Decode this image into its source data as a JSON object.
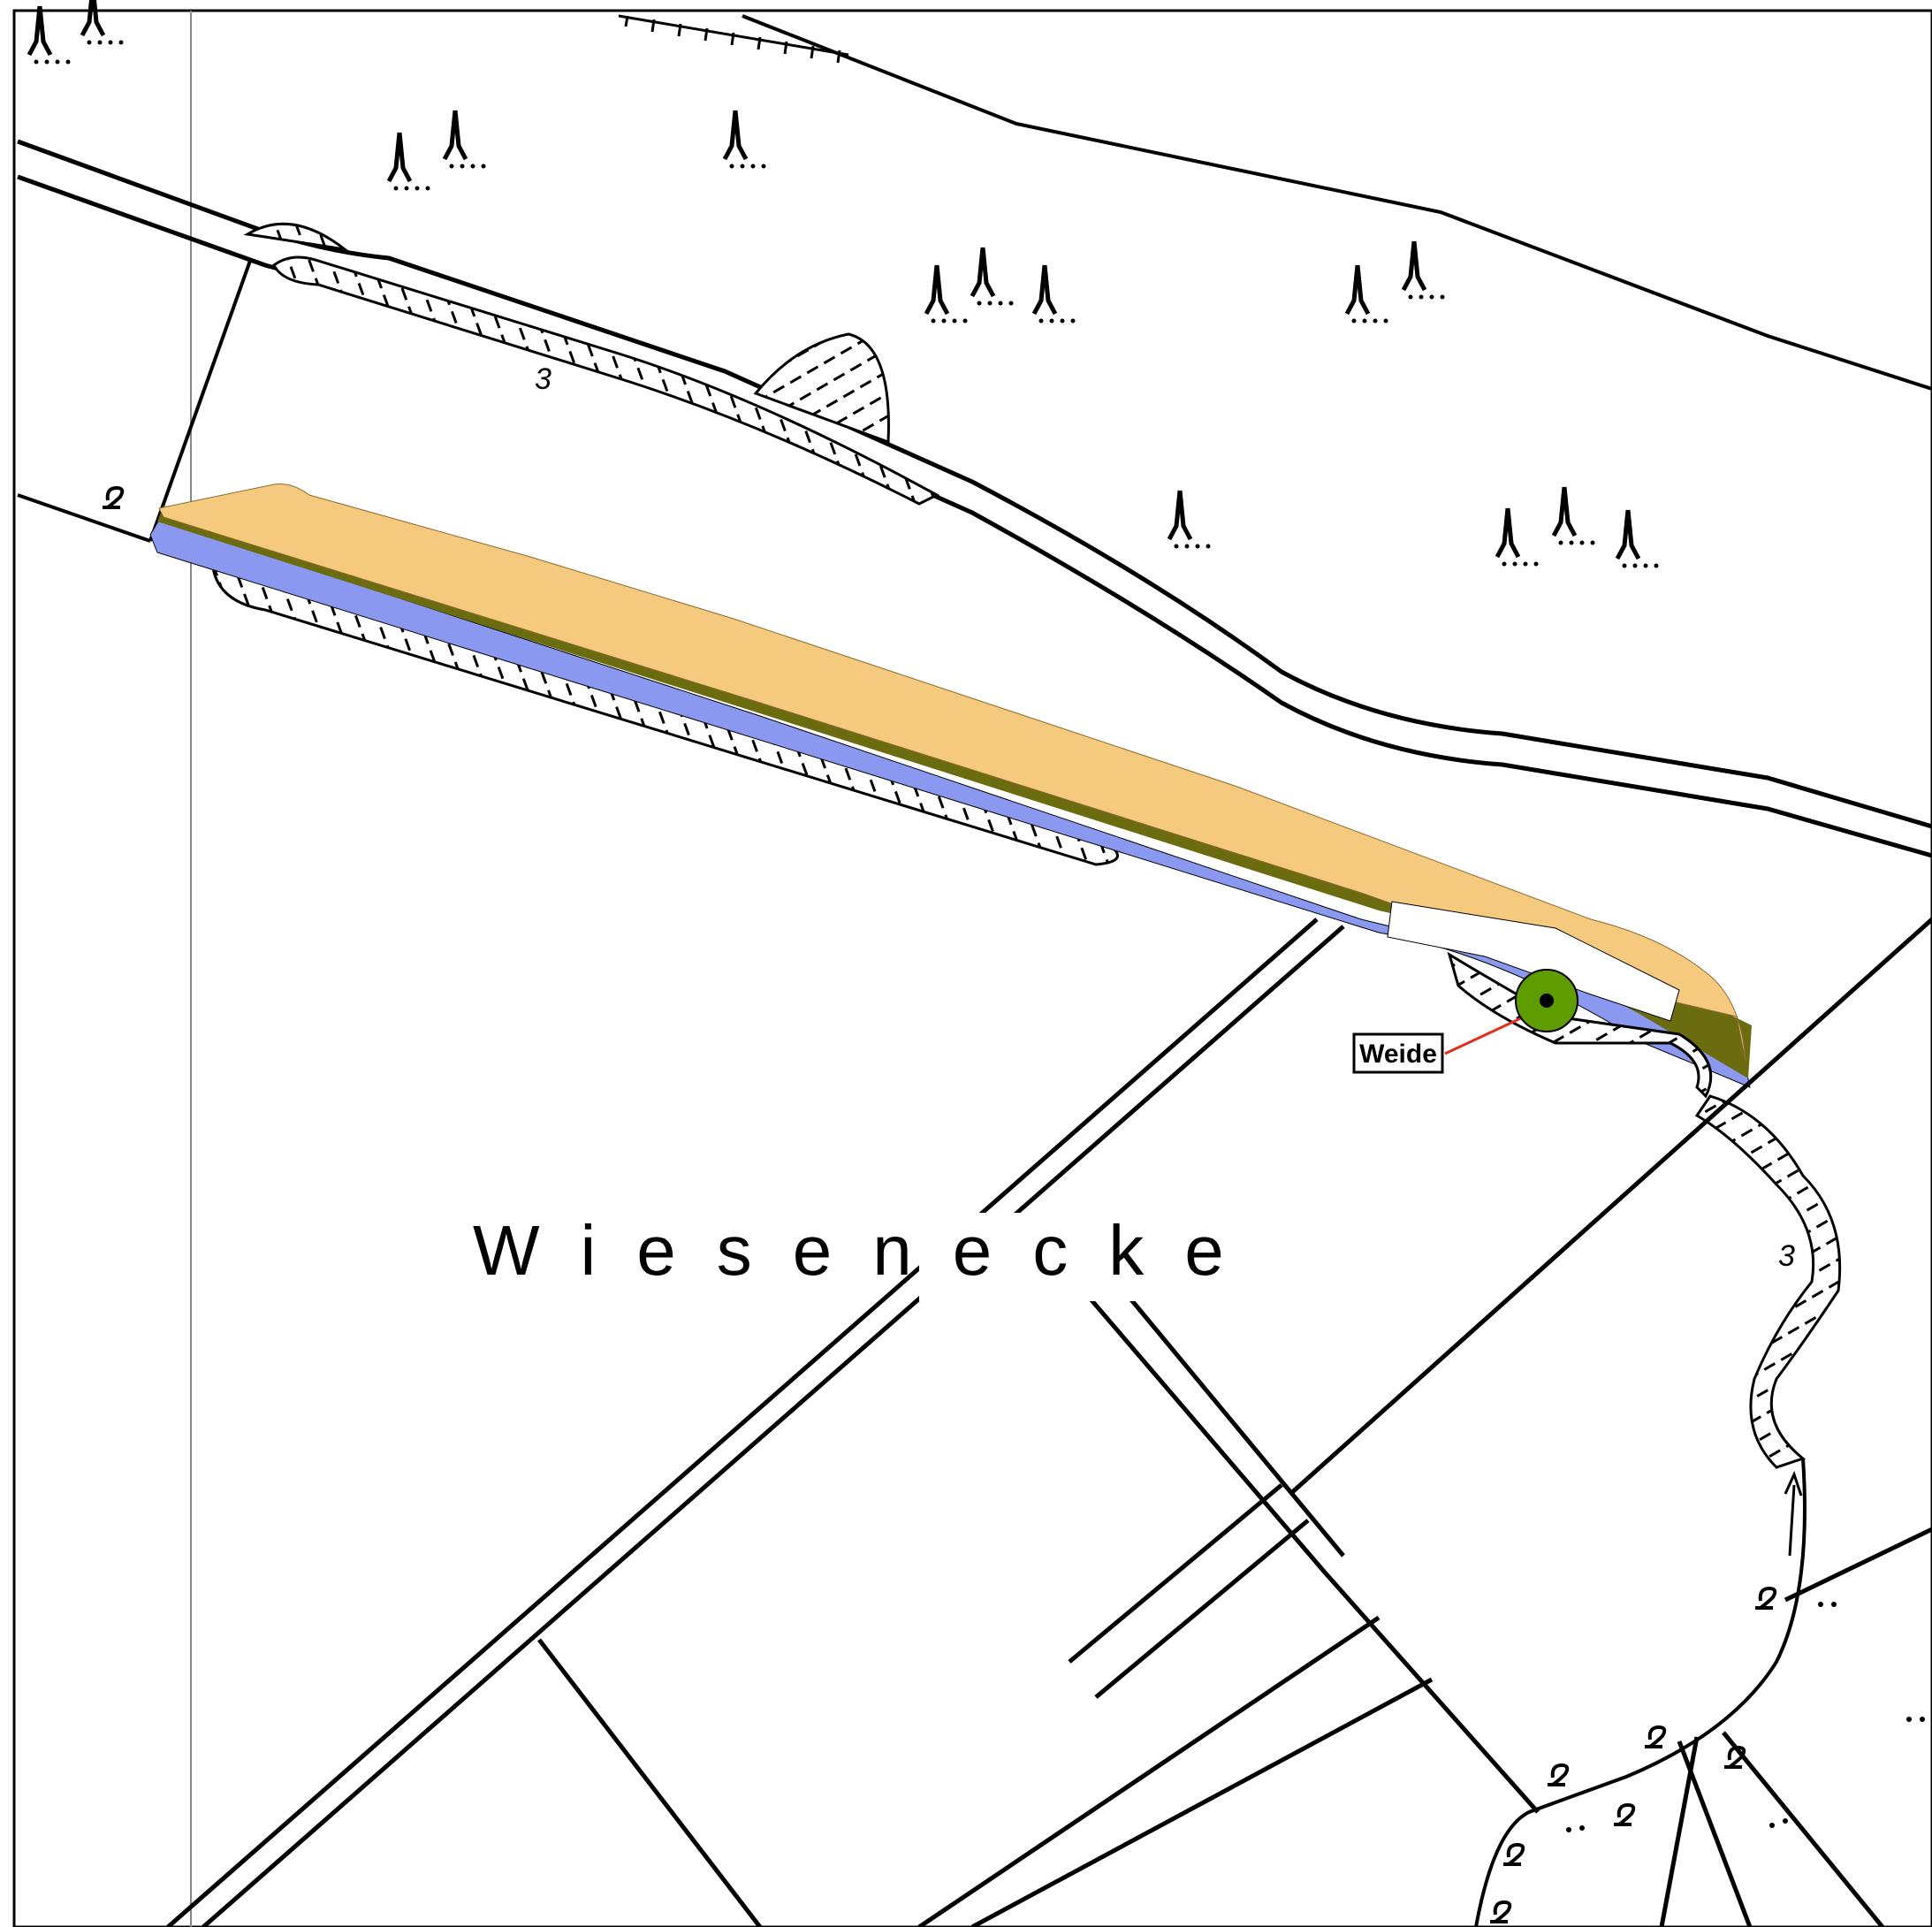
{
  "map": {
    "place_name": "Wiesenecke",
    "contour_labels": [
      "3",
      "3"
    ],
    "marker": {
      "label": "Weide",
      "icon": "tree-point-marker-icon",
      "fill_color": "#5f9c00",
      "leader_color": "#e03020"
    },
    "colors": {
      "area_fill": "#f5c97e",
      "edge_band": "#6b6b10",
      "water_edge": "#8a98f0",
      "line": "#000000"
    },
    "symbols": {
      "tree": "conifer-symbol-icon",
      "wetland": "wetland-symbol-icon",
      "embankment": "embankment-hatch-icon",
      "flow": "flow-direction-arrow-icon"
    }
  }
}
